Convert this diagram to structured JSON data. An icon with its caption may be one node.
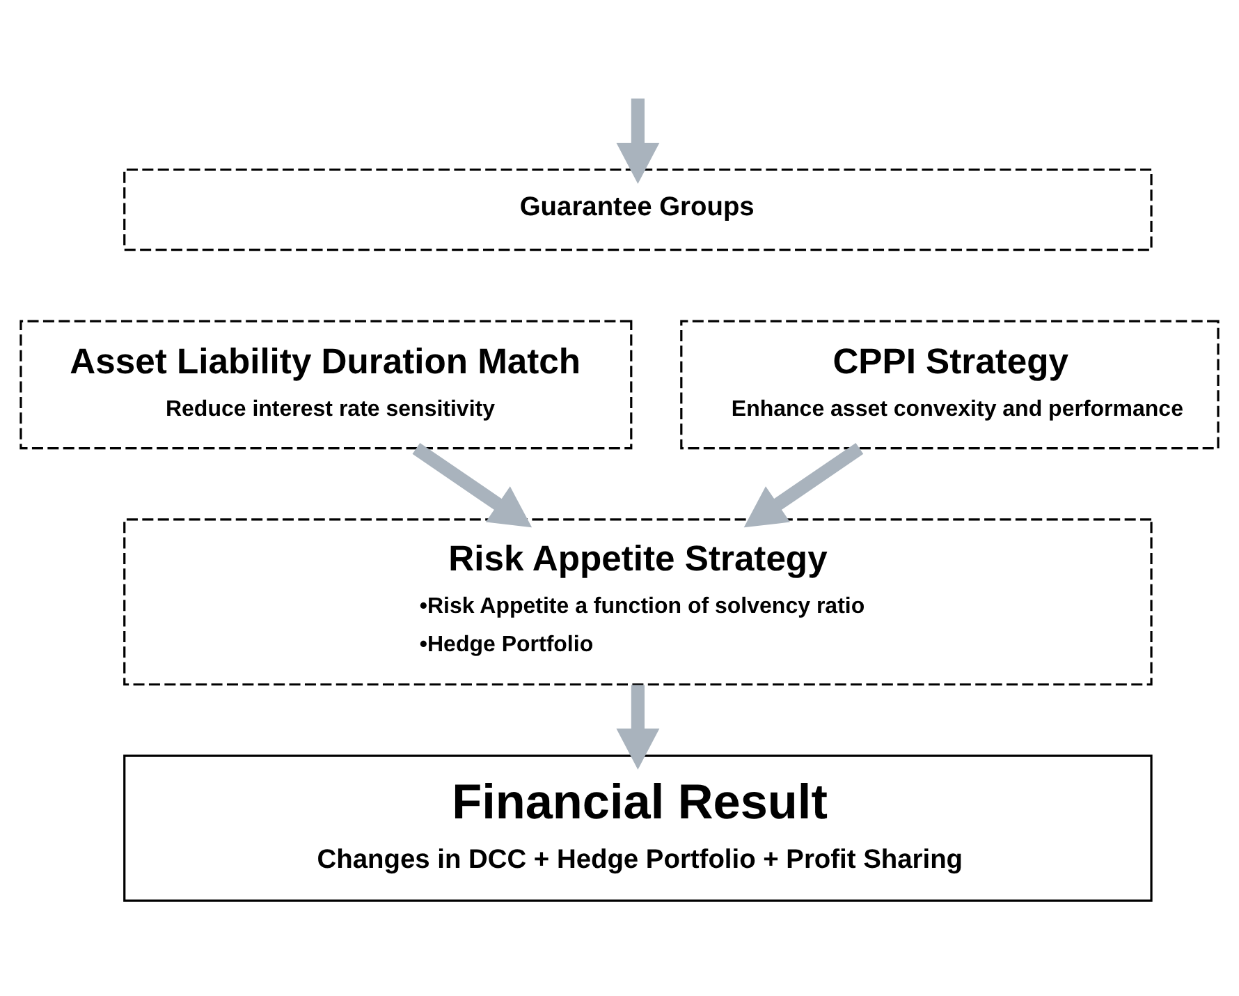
{
  "diagram": {
    "nodes": [
      {
        "text": [
          "Guarantee Groups"
        ]
      },
      {
        "text": [
          "Asset Liability Duration Match",
          "Reduce interest rate sensitivity"
        ]
      },
      {
        "text": [
          "CPPI Strategy",
          "Enhance asset convexity and performance"
        ]
      },
      {
        "text": [
          "Risk Appetite Strategy",
          "•Risk Appetite a function of solvency ratio",
          "•Hedge Portfolio"
        ]
      },
      {
        "text": [
          "Financial Result",
          "Changes in DCC + Hedge Portfolio + Profit Sharing"
        ]
      }
    ],
    "edges": [
      {
        "from": null,
        "to": 0,
        "arrow": "to"
      },
      {
        "from": 1,
        "to": 3,
        "arrow": "to"
      },
      {
        "from": 2,
        "to": 3,
        "arrow": "to"
      },
      {
        "from": 3,
        "to": 4,
        "arrow": "to"
      }
    ]
  }
}
